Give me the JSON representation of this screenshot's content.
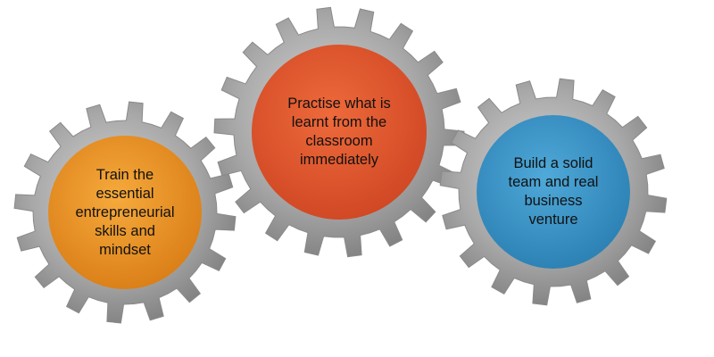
{
  "gears": [
    {
      "id": "left",
      "lines": [
        "Train the",
        "essential",
        "entrepreneurial",
        "skills and",
        "mindset"
      ],
      "fill_color": "#ee9424",
      "fill_color_light": "#f6aa3c",
      "fill_color_dark": "#d97d16"
    },
    {
      "id": "center",
      "lines": [
        "Practise what is",
        "learnt from the",
        "classroom",
        "immediately"
      ],
      "fill_color": "#e4562d",
      "fill_color_light": "#ee6a3b",
      "fill_color_dark": "#cf4623"
    },
    {
      "id": "right",
      "lines": [
        "Build a solid",
        "team and real",
        "business",
        "venture"
      ],
      "fill_color": "#3a95c8",
      "fill_color_light": "#4fa9d9",
      "fill_color_dark": "#2b7fb2"
    }
  ],
  "colors": {
    "gear_metal": "#9c9c9c",
    "gear_metal_light": "#cdcdcd",
    "gear_metal_dark": "#777777"
  }
}
